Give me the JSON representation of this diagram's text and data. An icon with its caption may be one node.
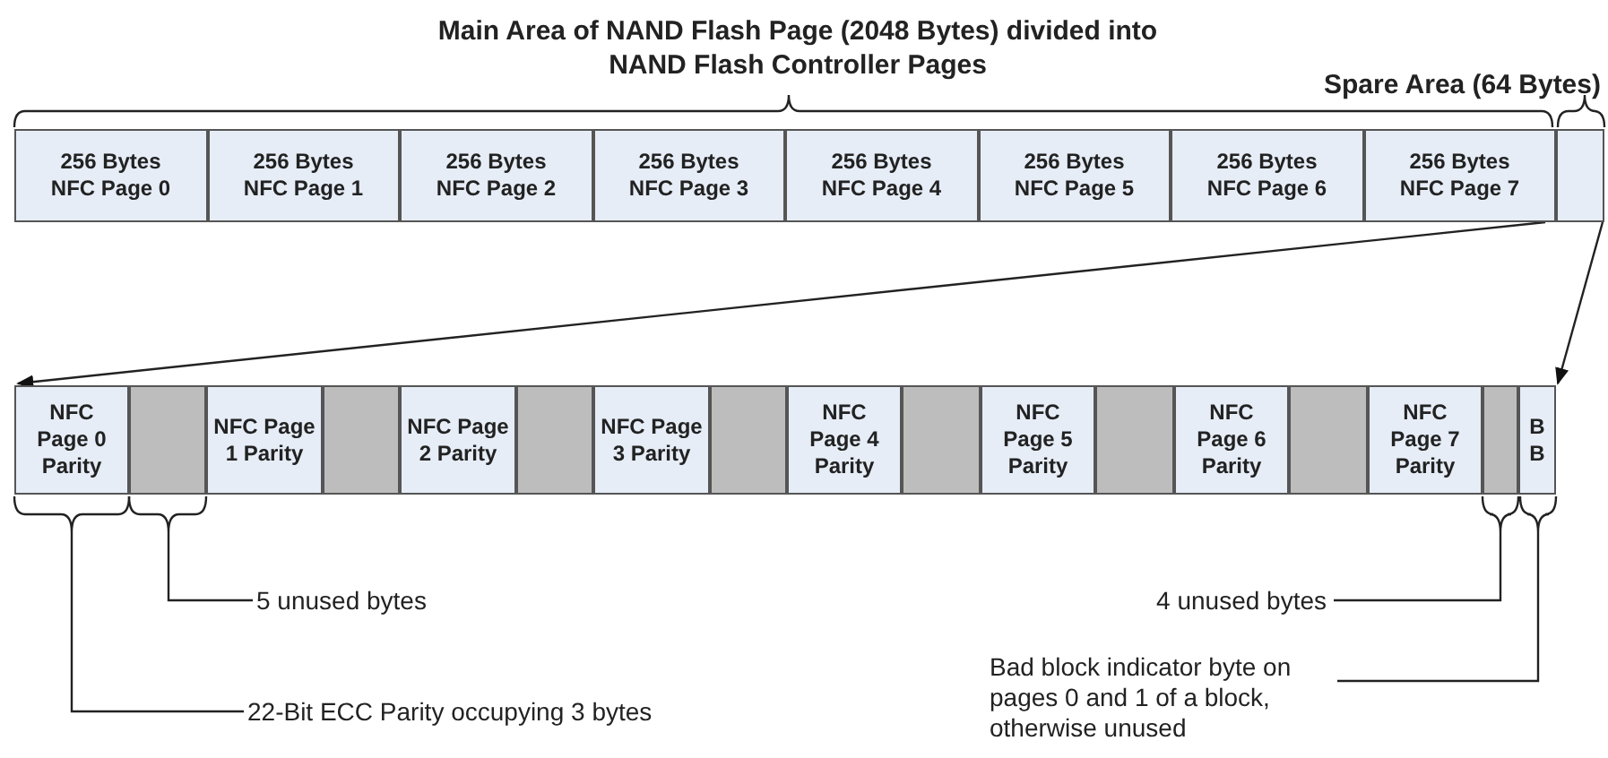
{
  "diagram": {
    "nodes": [
      {
        "text": [
          "256 Bytes",
          "NFC Page 0"
        ]
      },
      {
        "text": [
          "256 Bytes",
          "NFC Page 1"
        ]
      },
      {
        "text": [
          "256 Bytes",
          "NFC Page 2"
        ]
      },
      {
        "text": [
          "256 Bytes",
          "NFC Page 3"
        ]
      },
      {
        "text": [
          "256 Bytes",
          "NFC Page 4"
        ]
      },
      {
        "text": [
          "256 Bytes",
          "NFC Page 5"
        ]
      },
      {
        "text": [
          "256 Bytes",
          "NFC Page 6"
        ]
      },
      {
        "text": [
          "256 Bytes",
          "NFC Page 7"
        ]
      },
      {
        "text": [],
        "shape": "box"
      },
      {
        "text": [
          "NFC Page 0 Parity"
        ]
      },
      {
        "text": [],
        "shape": "box"
      },
      {
        "text": [
          "NFC Page 1 Parity"
        ]
      },
      {
        "text": [],
        "shape": "box"
      },
      {
        "text": [
          "NFC Page 2 Parity"
        ]
      },
      {
        "text": [],
        "shape": "box"
      },
      {
        "text": [
          "NFC Page 3 Parity"
        ]
      },
      {
        "text": [],
        "shape": "box"
      },
      {
        "text": [
          "NFC Page 4 Parity"
        ]
      },
      {
        "text": [],
        "shape": "box"
      },
      {
        "text": [
          "NFC Page 5 Parity"
        ]
      },
      {
        "text": [],
        "shape": "box"
      },
      {
        "text": [
          "NFC Page 6 Parity"
        ]
      },
      {
        "text": [],
        "shape": "box"
      },
      {
        "text": [
          "NFC Page 7 Parity"
        ]
      },
      {
        "text": [],
        "shape": "box"
      },
      {
        "text": [
          "B B"
        ]
      },
      {
        "text": [
          "5 unused bytes"
        ]
      },
      {
        "text": [
          "4 unused bytes"
        ]
      },
      {
        "text": [
          "22-Bit ECC Parity occupying 3 bytes"
        ]
      },
      {
        "text": [
          "Bad block indicator byte on pages 0 and 1 of a block, otherwise unused"
        ]
      }
    ],
    "edges": [
      {
        "from": 8,
        "to": 9,
        "arrow": "to"
      },
      {
        "from": 8,
        "to": 25,
        "arrow": "to"
      },
      {
        "from": 26,
        "to": 10,
        "arrow": "none"
      },
      {
        "from": 27,
        "to": 24,
        "arrow": "none"
      },
      {
        "from": 28,
        "to": 9,
        "arrow": "none"
      },
      {
        "from": 29,
        "to": 25,
        "arrow": "none"
      }
    ],
    "labels": [
      "Main Area of NAND Flash Page (2048 Bytes) divided into NAND Flash Controller Pages",
      "Spare Area (64 Bytes)"
    ]
  }
}
